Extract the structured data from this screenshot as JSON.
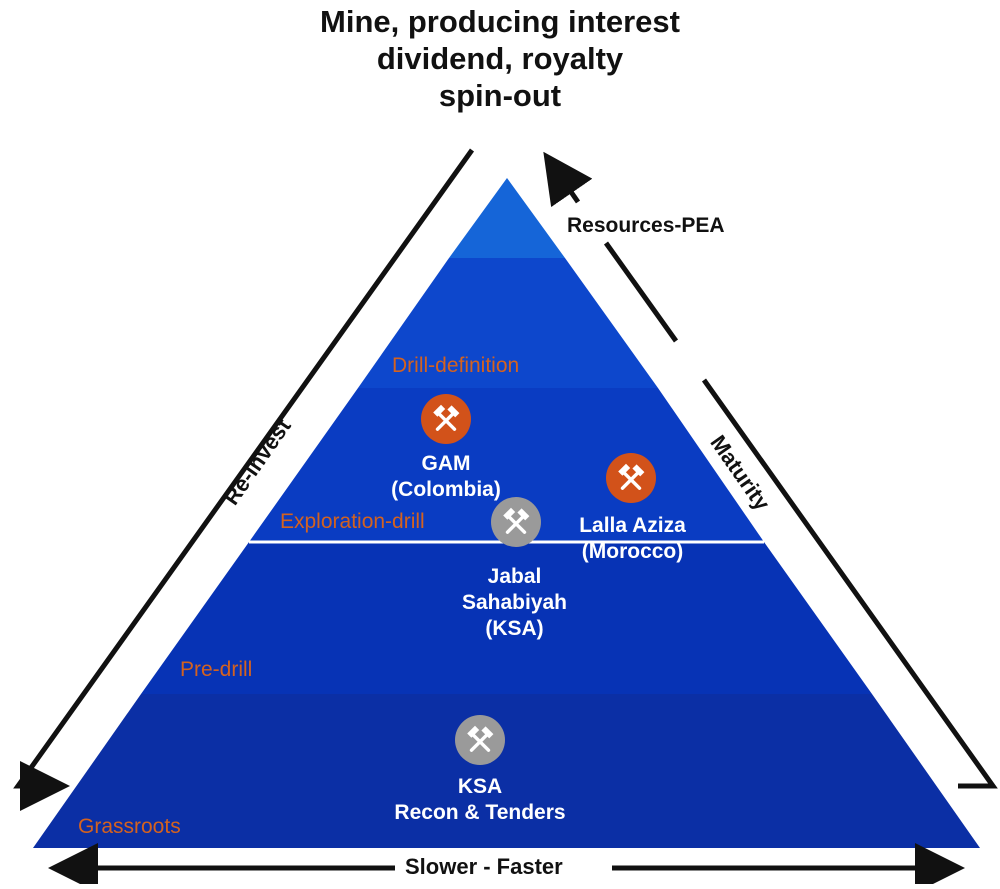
{
  "title_lines": [
    "Mine, producing interest",
    "dividend, royalty",
    "spin-out"
  ],
  "stages": {
    "resources": "Resources-PEA",
    "drill_definition": "Drill-definition",
    "exploration_drill": "Exploration-drill",
    "pre_drill": "Pre-drill",
    "grassroots": "Grassroots"
  },
  "projects": {
    "gam": [
      "GAM",
      "(Colombia)"
    ],
    "lalla": [
      "Lalla Aziza",
      "(Morocco)"
    ],
    "jabal": [
      "Jabal",
      "Sahabiyah",
      "(KSA)"
    ],
    "ksa": [
      "KSA",
      "Recon & Tenders"
    ]
  },
  "side_labels": {
    "left": "Re-invest",
    "right": "Maturity",
    "bottom": "Slower - Faster"
  },
  "icons": {
    "marker": "pickaxe-hammer-icon"
  },
  "colors": {
    "band_top": "#1565d8",
    "band_resources": "#0d47cc",
    "band_drill_definition": "#0a36b8",
    "band_exploration_pre_drill": "#0630b0",
    "band_grassroots": "#0b2fa5",
    "stage_label": "#d4621f",
    "active_marker": "#d2521a",
    "inactive_marker": "#9a9a9a"
  }
}
